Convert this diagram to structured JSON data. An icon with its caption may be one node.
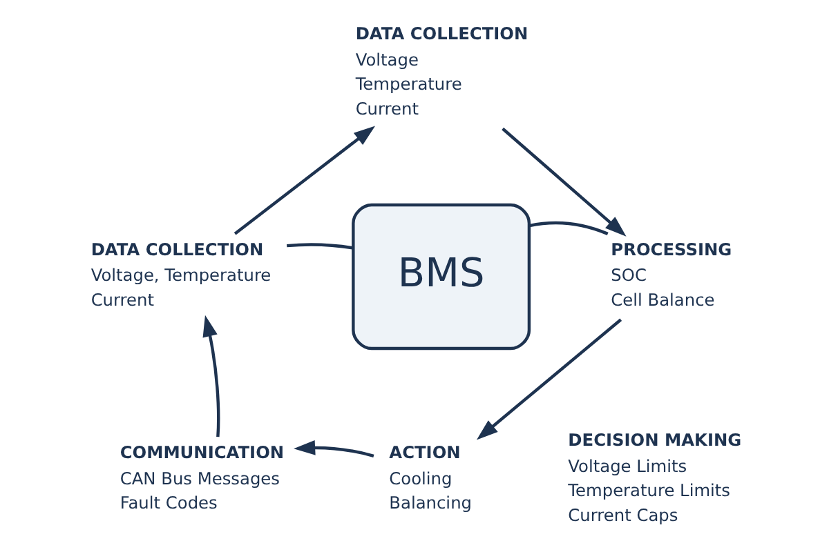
{
  "diagram": {
    "nodes": [
      {
        "text": [
          "DATA COLLECTION",
          "Voltage",
          "Temperature",
          "Current"
        ]
      },
      {
        "text": [
          "DATA COLLECTION",
          "Voltage, Temperature",
          "Current"
        ]
      },
      {
        "text": [
          "BMS"
        ]
      },
      {
        "text": [
          "PROCESSING",
          "SOC",
          "Cell Balance"
        ]
      },
      {
        "text": [
          "ACTION",
          "Cooling",
          "Balancing"
        ],
        "beside": [
          "DECISION MAKING",
          "Voltage Limits",
          "Temperature Limits",
          "Current Caps"
        ]
      },
      {
        "text": [
          "COMMUNICATION",
          "CAN Bus Messages",
          "Fault Codes"
        ]
      }
    ],
    "edges": [
      {
        "from": 1,
        "to": 0,
        "arrow": "to"
      },
      {
        "from": 0,
        "to": 3,
        "arrow": "to"
      },
      {
        "from": 3,
        "to": 4,
        "arrow": "to"
      },
      {
        "from": 4,
        "to": 5,
        "arrow": "to"
      },
      {
        "from": 5,
        "to": 1,
        "arrow": "to"
      },
      {
        "from": 2,
        "to": 1,
        "arrow": "none"
      },
      {
        "from": 2,
        "to": 3,
        "arrow": "none"
      }
    ]
  }
}
